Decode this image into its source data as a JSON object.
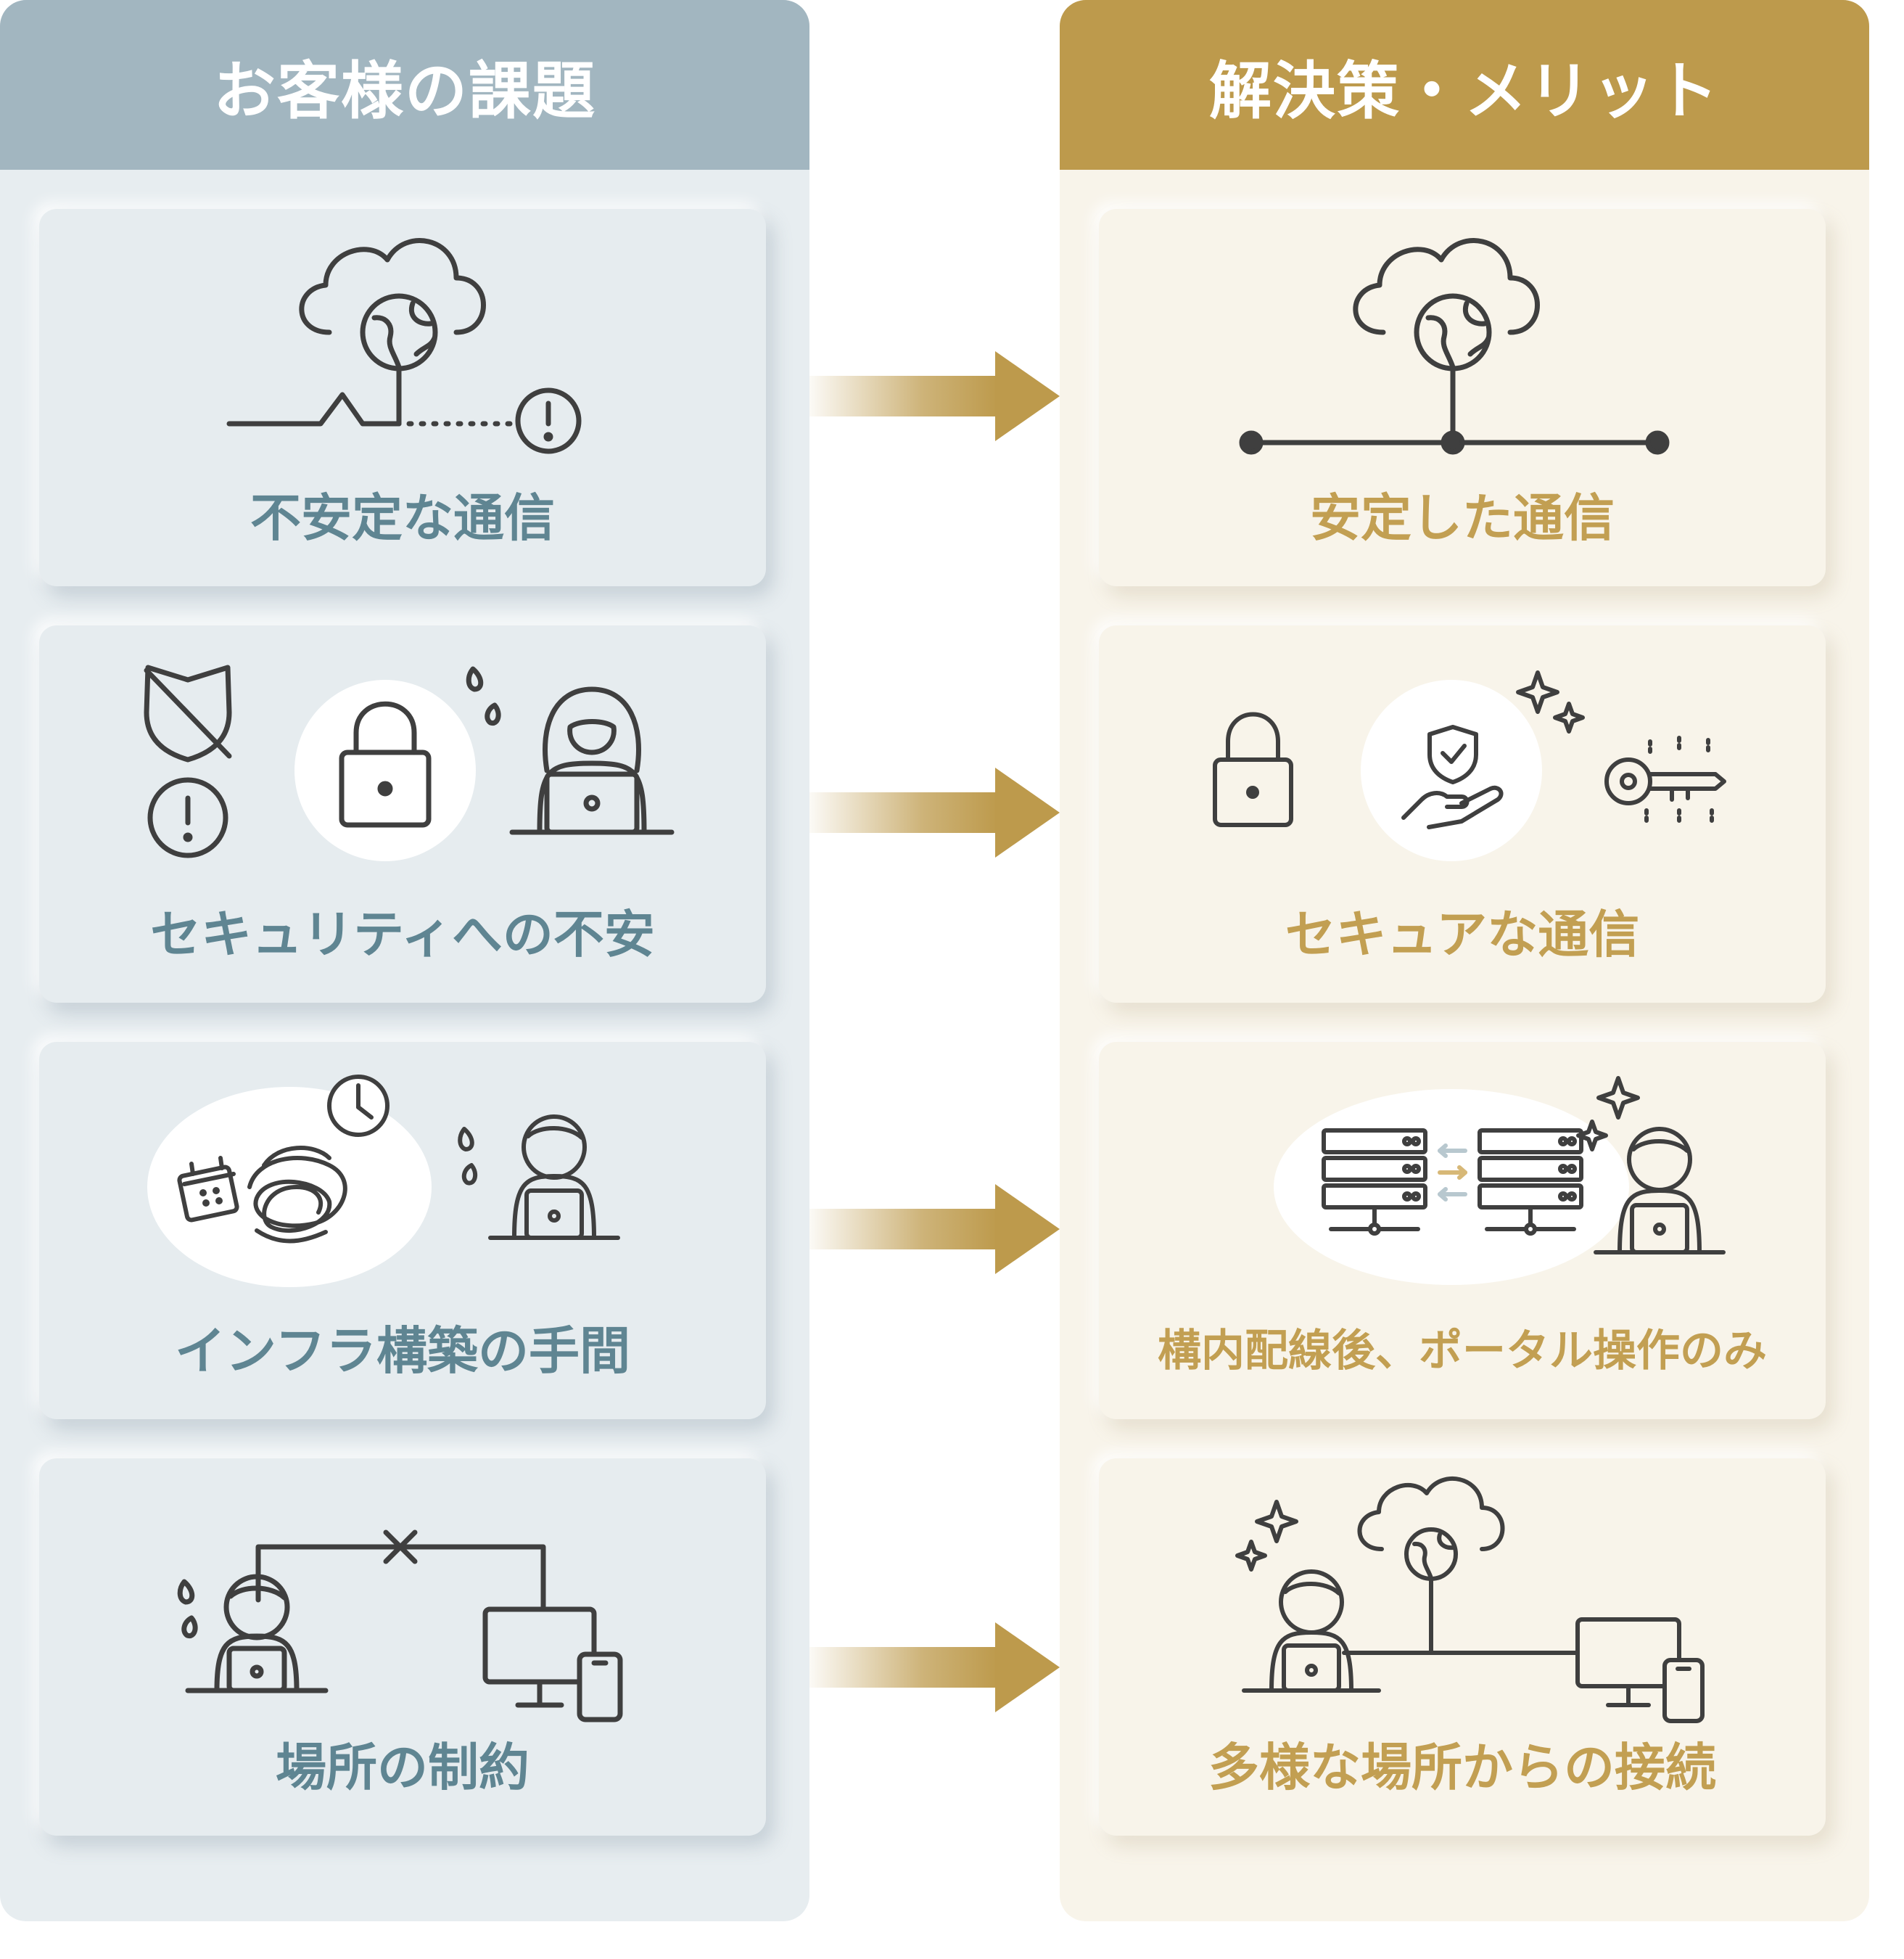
{
  "problems": {
    "header": "お客様の課題",
    "items": [
      {
        "label": "不安定な通信"
      },
      {
        "label": "セキュリティへの不安"
      },
      {
        "label": "インフラ構築の手間"
      },
      {
        "label": "場所の制約"
      }
    ]
  },
  "solutions": {
    "header": "解決策・メリット",
    "items": [
      {
        "label": "安定した通信"
      },
      {
        "label": "セキュアな通信"
      },
      {
        "label": "構内配線後、ポータル操作のみ"
      },
      {
        "label": "多様な場所からの接続"
      }
    ]
  },
  "colors": {
    "problem_header": "#a2b6c0",
    "solution_header": "#bd9a4c",
    "problem_text": "#5f8592",
    "solution_text": "#c29f52",
    "icon_stroke": "#3f3f3f"
  }
}
